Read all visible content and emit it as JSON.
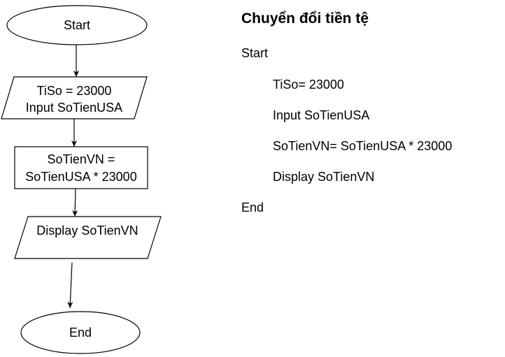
{
  "flowchart": {
    "start": "Start",
    "input_line1": "TiSo = 23000",
    "input_line2": "Input SoTienUSA",
    "process_line1": "SoTienVN =",
    "process_line2": "SoTienUSA * 23000",
    "output": "Display SoTienVN",
    "end": "End"
  },
  "pseudocode": {
    "title": "Chuyển đổi tiền tệ",
    "start": "Start",
    "line1": "TiSo= 23000",
    "line2": "Input SoTienUSA",
    "line3": "SoTienVN= SoTienUSA * 23000",
    "line4": "Display SoTienVN",
    "end": "End"
  }
}
